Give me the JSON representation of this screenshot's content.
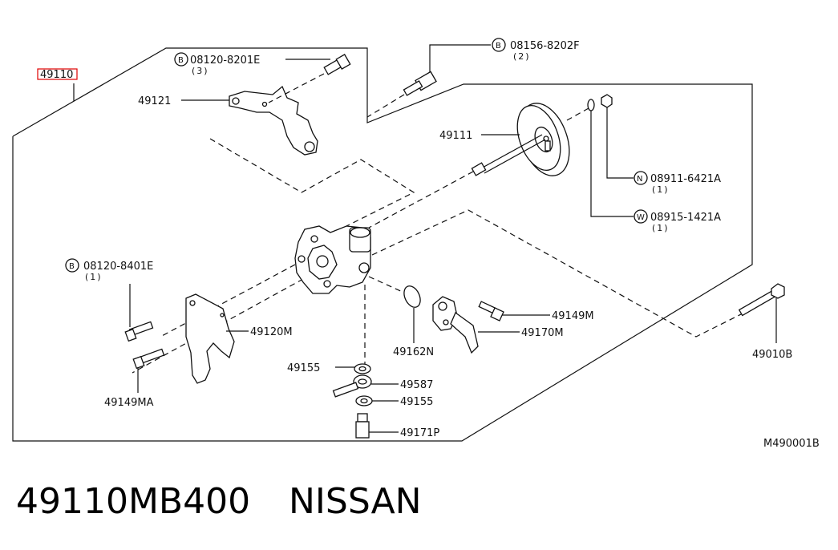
{
  "diagram": {
    "assembly_ref": "49110",
    "drawing_code": "M490001B",
    "callouts": {
      "bolt_top_left": {
        "circle": "B",
        "code": "08120-8201E",
        "qty": "(3)"
      },
      "bolt_top_right": {
        "circle": "B",
        "code": "08156-8202F",
        "qty": "(2)"
      },
      "nut": {
        "circle": "N",
        "code": "08911-6421A",
        "qty": "(1)"
      },
      "washer": {
        "circle": "W",
        "code": "08915-1421A",
        "qty": "(1)"
      },
      "bolt_left": {
        "circle": "B",
        "code": "08120-8401E",
        "qty": "(1)"
      }
    },
    "parts": {
      "p49121": "49121",
      "p49111": "49111",
      "p49120M": "49120M",
      "p49149MA": "49149MA",
      "p49149M": "49149M",
      "p49170M": "49170M",
      "p49162N": "49162N",
      "p49155a": "49155",
      "p49587": "49587",
      "p49155b": "49155",
      "p49171P": "49171P",
      "p49010B": "49010B"
    }
  },
  "caption": {
    "part_number": "49110MB400",
    "brand": "NISSAN"
  }
}
